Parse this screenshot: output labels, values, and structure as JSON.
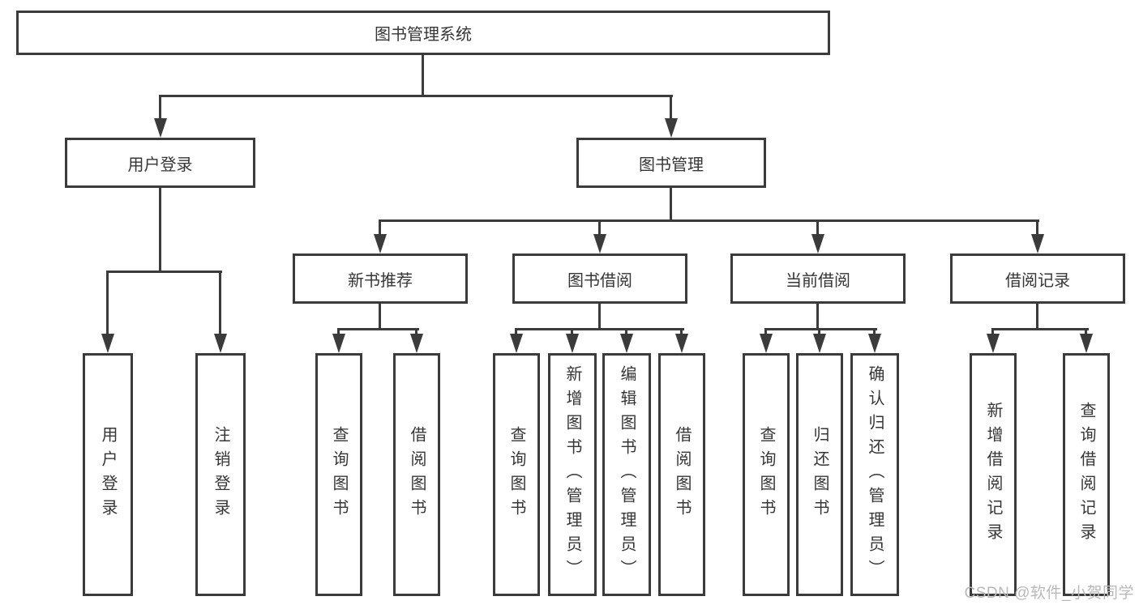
{
  "page": {
    "background": "#ffffff",
    "line_color": "#3b3b3b",
    "text_color": "#363636"
  },
  "watermark": {
    "text": "CSDN @软件_小贺同学",
    "color": "#b9b9b9"
  },
  "tree": {
    "root": {
      "label": "图书管理系统"
    },
    "children": [
      {
        "label": "用户登录",
        "children": [
          {
            "label": "用户登录"
          },
          {
            "label": "注销登录"
          }
        ]
      },
      {
        "label": "图书管理",
        "children": [
          {
            "label": "新书推荐",
            "children": [
              {
                "label": "查询图书"
              },
              {
                "label": "借阅图书"
              }
            ]
          },
          {
            "label": "图书借阅",
            "children": [
              {
                "label": "查询图书"
              },
              {
                "label": "新增图书（管理员）"
              },
              {
                "label": "编辑图书（管理员）"
              },
              {
                "label": "借阅图书"
              }
            ]
          },
          {
            "label": "当前借阅",
            "children": [
              {
                "label": "查询图书"
              },
              {
                "label": "归还图书"
              },
              {
                "label": "确认归还（管理员）"
              }
            ]
          },
          {
            "label": "借阅记录",
            "children": [
              {
                "label": "新增借阅记录"
              },
              {
                "label": "查询借阅记录"
              }
            ]
          }
        ]
      }
    ]
  }
}
